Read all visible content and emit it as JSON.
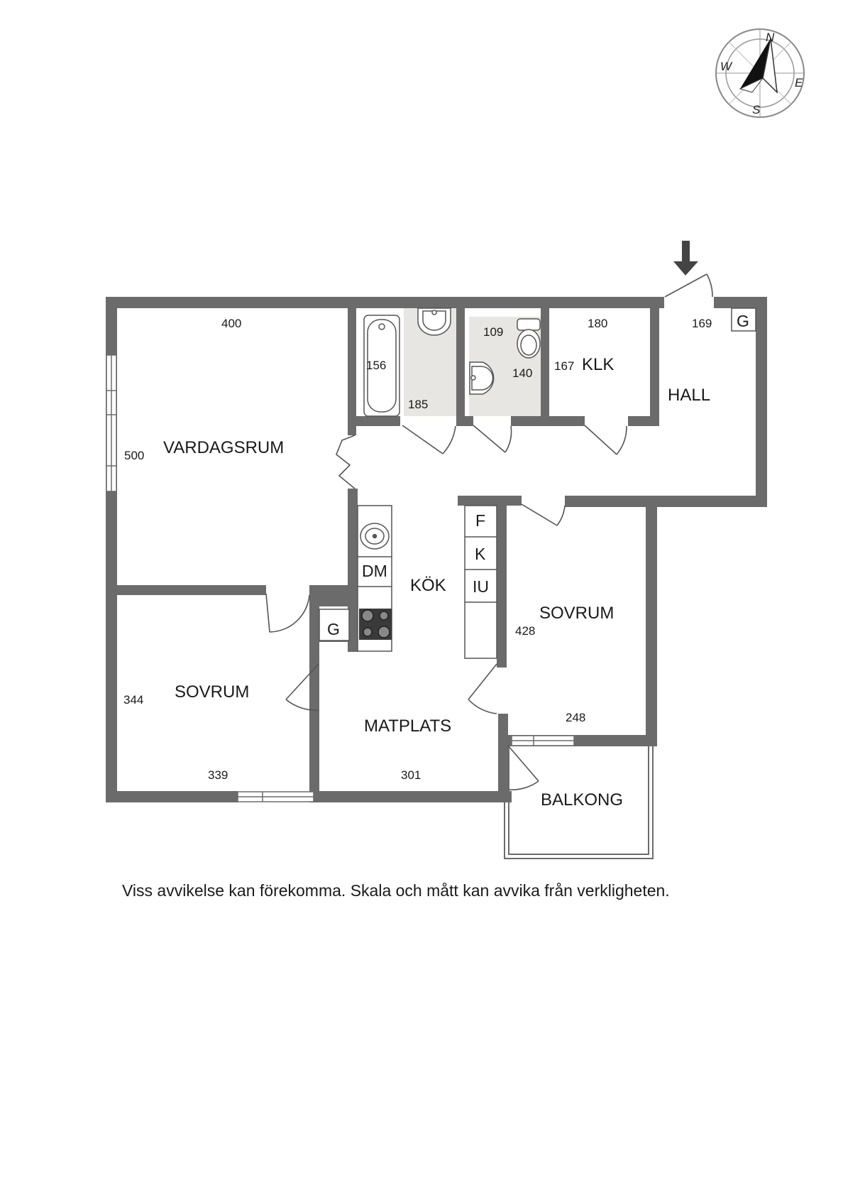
{
  "compass": {
    "n": "N",
    "e": "E",
    "s": "S",
    "w": "W"
  },
  "rooms": {
    "vardagsrum": "VARDAGSRUM",
    "sovrum_left": "SOVRUM",
    "sovrum_right": "SOVRUM",
    "kok": "KÖK",
    "matplats": "MATPLATS",
    "klk": "KLK",
    "hall": "HALL",
    "balkong": "BALKONG"
  },
  "dimensions": {
    "vardagsrum_width": "400",
    "vardagsrum_depth": "500",
    "bath_width": "156",
    "bath_depth": "185",
    "wc_width": "109",
    "wc_depth": "140",
    "klk_width": "180",
    "klk_depth": "167",
    "hall_width": "169",
    "sovrum_right_depth": "428",
    "sovrum_right_width": "248",
    "sovrum_left_depth": "344",
    "sovrum_left_width": "339",
    "matplats_width": "301"
  },
  "appliances": {
    "f": "F",
    "k": "K",
    "iu": "IU",
    "dm": "DM",
    "g_kitchen": "G",
    "g_hall": "G"
  },
  "disclaimer": "Viss avvikelse kan förekomma. Skala och mått kan avvika från verkligheten."
}
